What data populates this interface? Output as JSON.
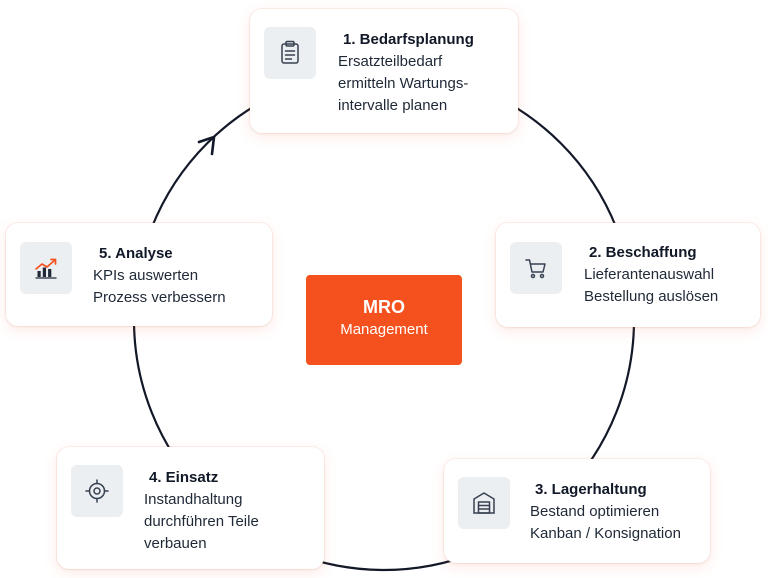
{
  "center": {
    "title": "MRO",
    "subtitle": "Management"
  },
  "steps": [
    {
      "title": "1. Bedarfsplanung",
      "lines": [
        "Ersatzteilbedarf",
        "ermitteln Wartungs-",
        "intervalle planen"
      ],
      "icon": "clipboard-icon"
    },
    {
      "title": "2. Beschaffung",
      "lines": [
        "Lieferantenauswahl",
        "Bestellung auslösen"
      ],
      "icon": "shopping-cart-icon"
    },
    {
      "title": "3. Lagerhaltung",
      "lines": [
        "Bestand optimieren",
        "Kanban / Konsignation"
      ],
      "icon": "warehouse-icon"
    },
    {
      "title": "4. Einsatz",
      "lines": [
        "Instandhaltung",
        "durchführen Teile",
        "verbauen"
      ],
      "icon": "gear-icon"
    },
    {
      "title": "5. Analyse",
      "lines": [
        "KPIs auswerten",
        "Prozess verbessern"
      ],
      "icon": "chart-trend-icon"
    }
  ],
  "colors": {
    "accent": "#f4511e",
    "cycle": "#111827",
    "icon_bg": "#eceff2",
    "trend": "#f4511e"
  }
}
